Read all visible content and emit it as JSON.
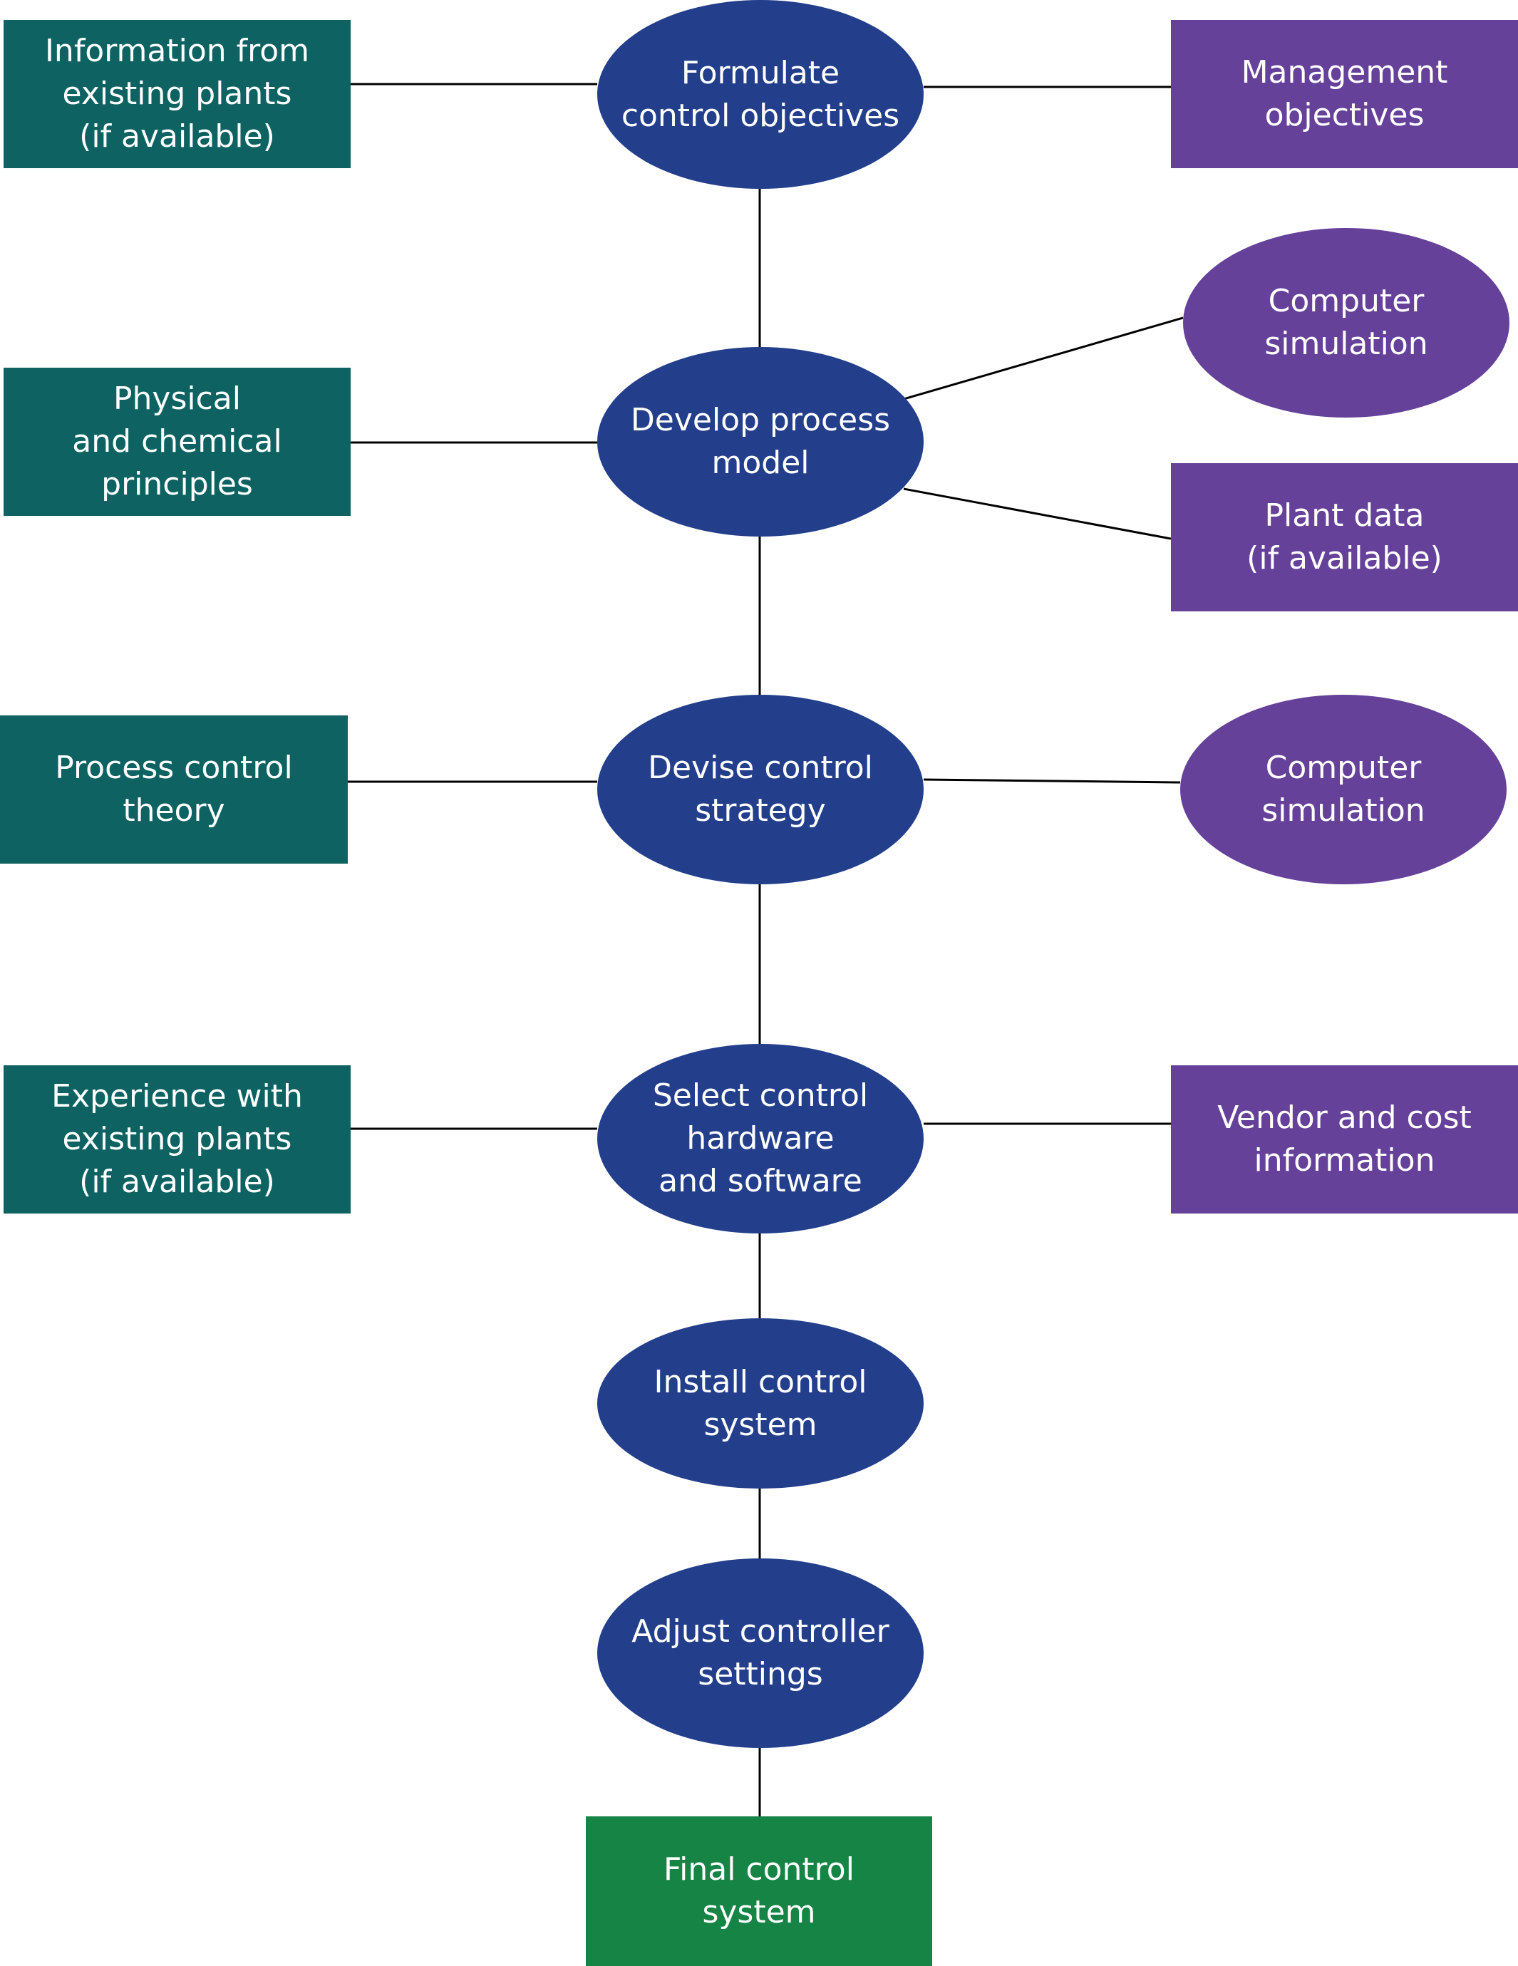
{
  "colors": {
    "step": "#233f8c",
    "left_input": "#0e6262",
    "right_input": "#65419a",
    "final": "#168444",
    "connector": "#000000"
  },
  "steps": [
    {
      "id": "formulate",
      "label": "Formulate\ncontrol objectives"
    },
    {
      "id": "develop",
      "label": "Develop process\nmodel"
    },
    {
      "id": "devise",
      "label": "Devise control\nstrategy"
    },
    {
      "id": "select",
      "label": "Select control\nhardware\nand software"
    },
    {
      "id": "install",
      "label": "Install control\nsystem"
    },
    {
      "id": "adjust",
      "label": "Adjust controller\nsettings"
    }
  ],
  "final": {
    "label": "Final control\nsystem"
  },
  "left_inputs": [
    {
      "label": "Information from\nexisting plants\n(if available)"
    },
    {
      "label": "Physical\nand chemical\nprinciples"
    },
    {
      "label": "Process control\ntheory"
    },
    {
      "label": "Experience with\nexisting plants\n(if available)"
    }
  ],
  "right_inputs": [
    {
      "label": "Management\nobjectives",
      "shape": "box"
    },
    {
      "label": "Computer\nsimulation",
      "shape": "ellipse"
    },
    {
      "label": "Plant data\n(if available)",
      "shape": "box"
    },
    {
      "label": "Computer\nsimulation",
      "shape": "ellipse"
    },
    {
      "label": "Vendor and cost\ninformation",
      "shape": "box"
    }
  ]
}
